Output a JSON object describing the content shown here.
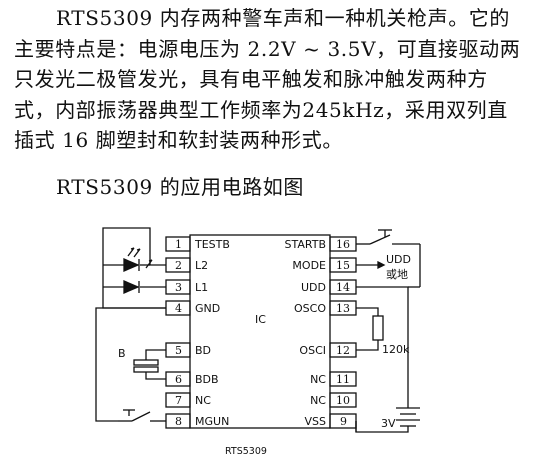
{
  "text": {
    "paragraph1": "RTS5309 内存两种警车声和一种机关枪声。它的主要特点是：电源电压为 2.2V ~ 3.5V，可直接驱动两只发光二极管发光，具有电平触发和脉冲触发两种方式，内部振荡器典型工作频率为245kHz，采用双列直插式 16 脚塑封和软封装两种形式。",
    "paragraph2": "RTS5309 的应用电路如图"
  },
  "diagram": {
    "ic_label": "IC",
    "chip_name": "RTS5309",
    "left_pins": [
      {
        "num": "1",
        "name": "TESTB"
      },
      {
        "num": "2",
        "name": "L2"
      },
      {
        "num": "3",
        "name": "L1"
      },
      {
        "num": "4",
        "name": "GND"
      },
      {
        "num": "5",
        "name": "BD"
      },
      {
        "num": "6",
        "name": "BDB"
      },
      {
        "num": "7",
        "name": "NC"
      },
      {
        "num": "8",
        "name": "MGUN"
      }
    ],
    "right_pins": [
      {
        "num": "16",
        "name": "STARTB"
      },
      {
        "num": "15",
        "name": "MODE"
      },
      {
        "num": "14",
        "name": "UDD"
      },
      {
        "num": "13",
        "name": "OSCO"
      },
      {
        "num": "12",
        "name": "OSCI"
      },
      {
        "num": "11",
        "name": "NC"
      },
      {
        "num": "10",
        "name": "NC"
      },
      {
        "num": "9",
        "name": "VSS"
      }
    ],
    "buzzer_label": "B",
    "resistor_label": "120k",
    "mode_label_top": "UDD",
    "mode_label_bottom": "或地",
    "battery_label": "3V"
  }
}
